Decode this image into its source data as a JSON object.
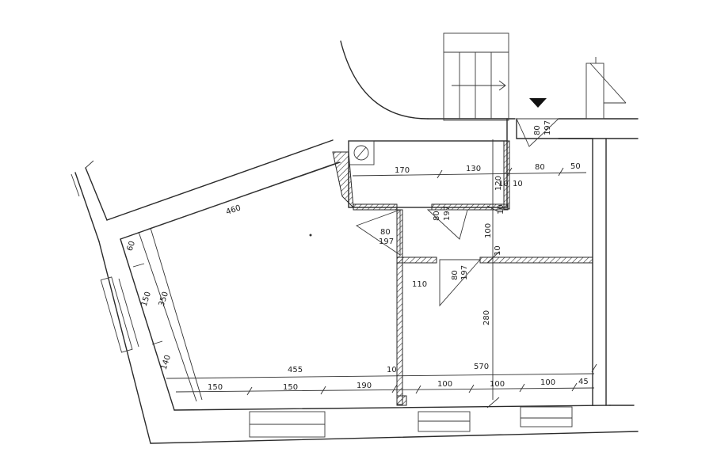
{
  "plan": {
    "wall_dims": {
      "top_diag": "460",
      "left_a": "60",
      "left_b": "150",
      "left_total": "350",
      "left_c": "140"
    },
    "top_room": {
      "w1": "170",
      "w2": "130",
      "depth": "120",
      "t1": "10",
      "t2": "10",
      "r1": "80",
      "r2": "50"
    },
    "doors": {
      "d1_w": "80",
      "d1_h": "197",
      "d2_w": "80",
      "d2_h": "197",
      "d3_w": "80",
      "d3_h": "197",
      "d4_w": "80",
      "d4_h": "197"
    },
    "mid": {
      "v100": "100",
      "v10": "10",
      "v110": "110",
      "v280": "280",
      "v10b": "10"
    },
    "bottom": {
      "total_left": "455",
      "wall": "10",
      "total_right": "570",
      "s1": "150",
      "s2": "150",
      "s3": "190",
      "s4": "100",
      "s5": "100",
      "s6": "100",
      "s7": "45"
    }
  }
}
